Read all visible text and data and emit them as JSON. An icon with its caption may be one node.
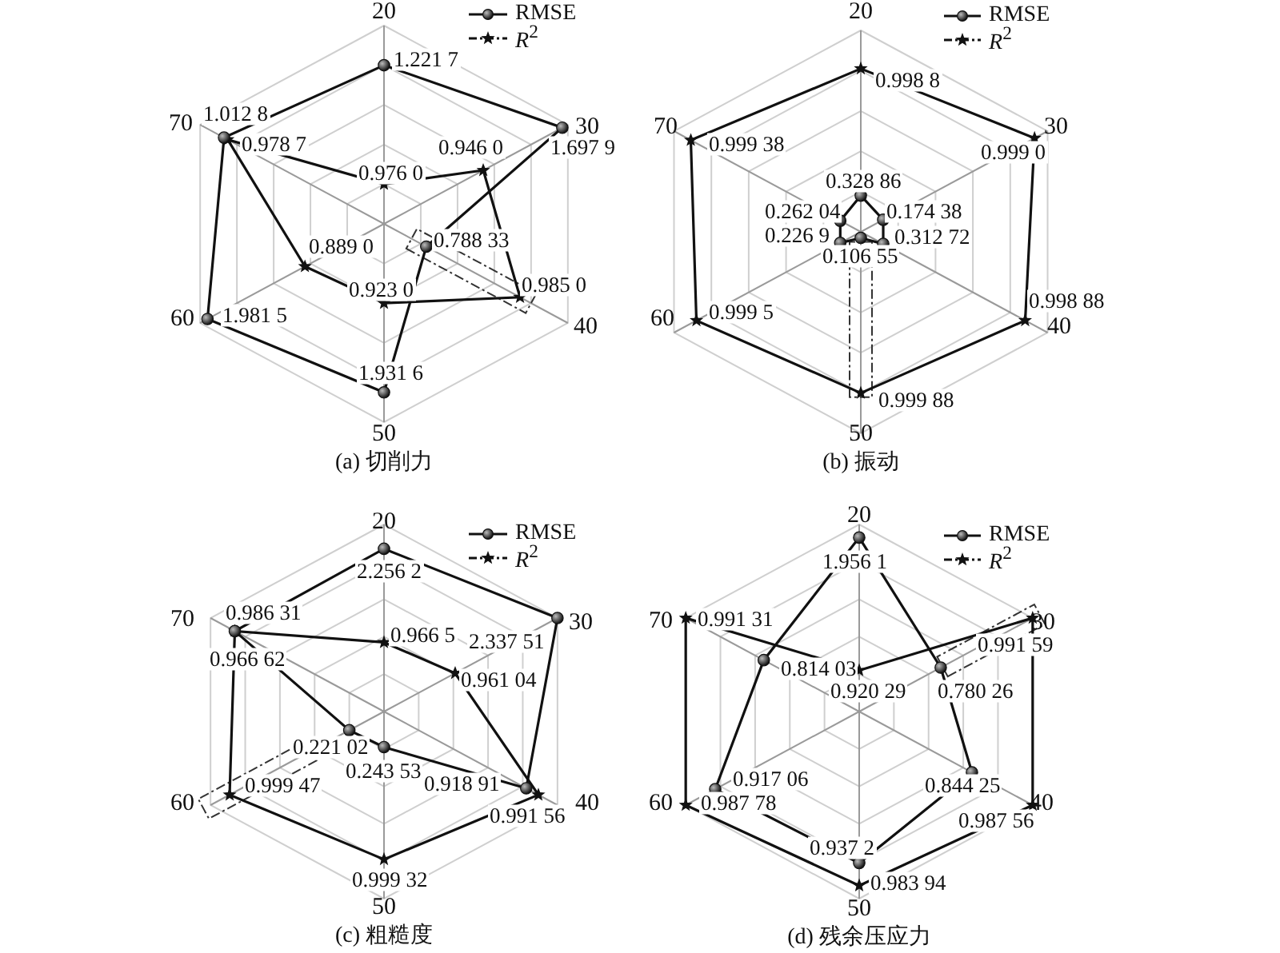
{
  "diagram": {
    "labels": [
      "20",
      "30",
      "40",
      "50",
      "60",
      "70",
      "1.221 7",
      "1.012 8",
      "0.978 7",
      "0.946 0",
      "1.697 9",
      "0.976 0",
      "0.889 0",
      "0.788 33",
      "0.923 0",
      "0.985 0",
      "1.981 5",
      "1.931 6",
      "(a) 切削力",
      "20",
      "30",
      "40",
      "50",
      "60",
      "70",
      "0.998 8",
      "0.999 38",
      "0.999 0",
      "0.328 86",
      "0.262 04",
      "0.174 38",
      "0.226 9",
      "0.312 72",
      "0.106 55",
      "0.998 88",
      "0.999 5",
      "0.999 88",
      "(b) 振动",
      "20",
      "30",
      "40",
      "50",
      "60",
      "70",
      "2.256 2",
      "0.986 31",
      "0.966 5",
      "2.337 51",
      "0.966 62",
      "0.961 04",
      "0.221 02",
      "0.243 53",
      "0.999 47",
      "0.918 91",
      "0.991 56",
      "0.999 32",
      "(c) 粗糙度",
      "20",
      "30",
      "40",
      "50",
      "60",
      "70",
      "1.956 1",
      "0.991 31",
      "0.991 59",
      "0.814 03",
      "0.920 29",
      "0.780 26",
      "0.917 06",
      "0.844 25",
      "0.987 78",
      "0.987 56",
      "0.937 2",
      "0.983 94",
      "(d) 残余压应力"
    ],
    "legend": [
      {
        "text": "RMSE"
      },
      {
        "text": "*R*$^{2}$"
      },
      {
        "text": "RMSE"
      },
      {
        "text": "*R*$^{2}$"
      },
      {
        "text": "RMSE"
      },
      {
        "text": "*R*$^{2}$"
      },
      {
        "text": "RMSE"
      },
      {
        "text": "*R*$^{2}$"
      }
    ]
  }
}
